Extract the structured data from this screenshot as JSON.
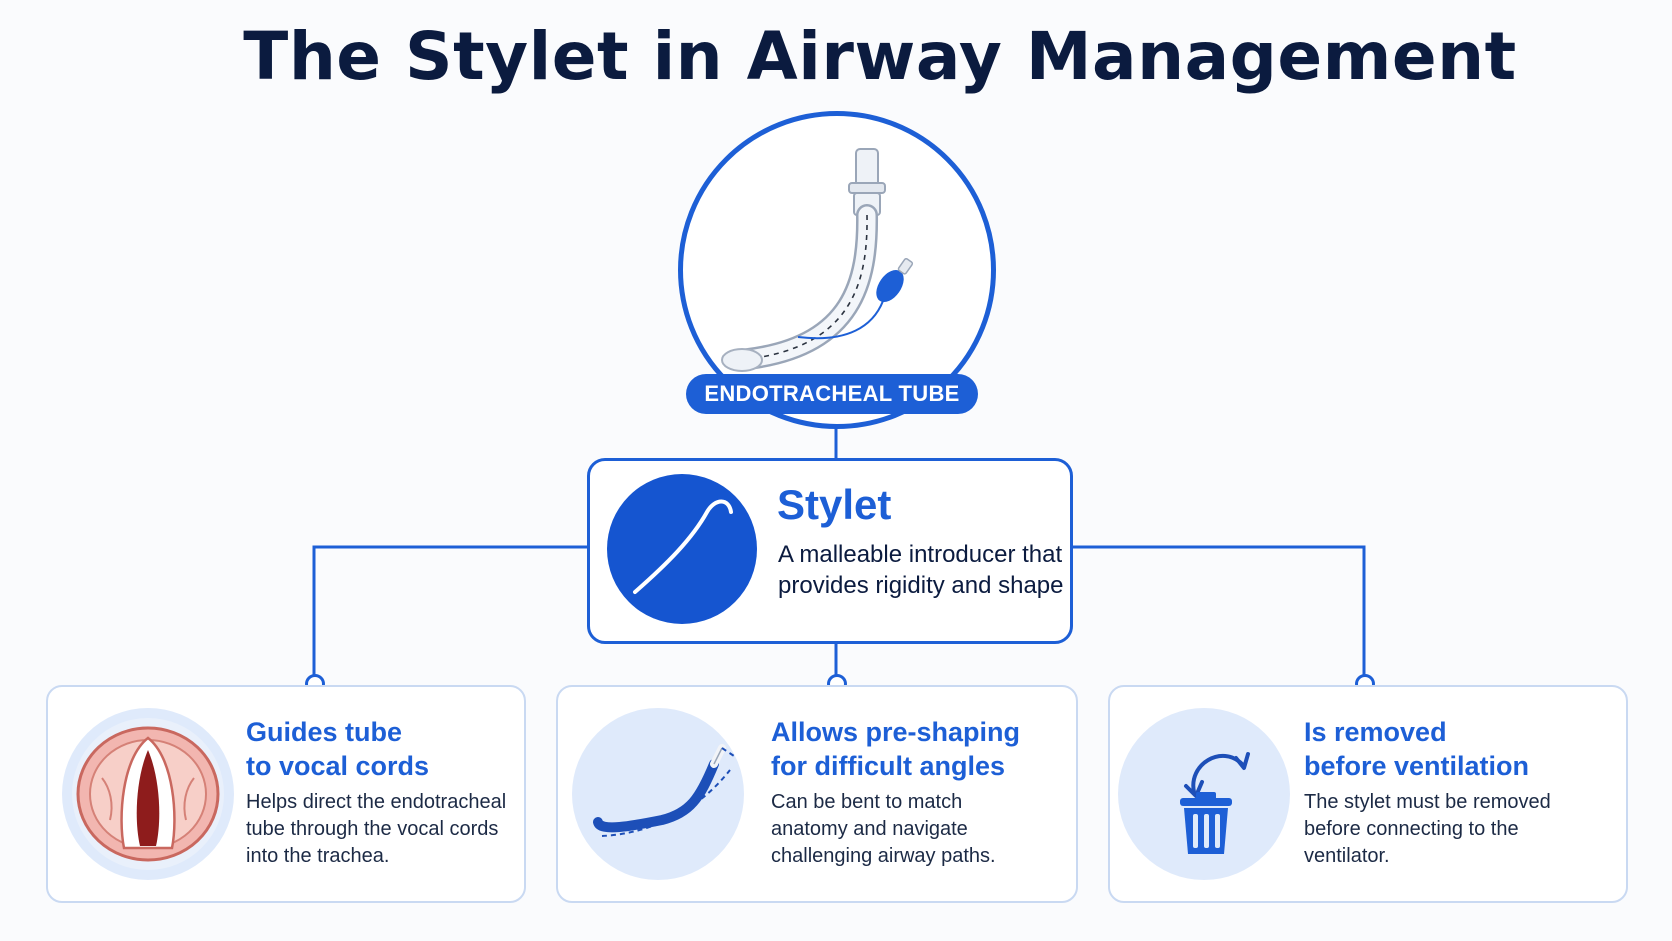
{
  "title": "The Stylet in Airway Management",
  "tube": {
    "label": "ENDOTRACHEAL TUBE",
    "icon": "endotracheal-tube-icon"
  },
  "stylet": {
    "title": "Stylet",
    "description": "A malleable introducer that provides rigidity and shape",
    "icon": "stylet-icon"
  },
  "cards": [
    {
      "title_line1": "Guides tube",
      "title_line2": "to vocal cords",
      "text_line1": "Helps direct the endotracheal",
      "text_line2": "tube through the vocal cords",
      "text_line3": "into the trachea.",
      "icon": "vocal-cords-icon"
    },
    {
      "title_line1": "Allows pre-shaping",
      "title_line2": "for difficult angles",
      "text_line1": "Can be bent to match",
      "text_line2": "anatomy and navigate",
      "text_line3": "challenging airway paths.",
      "icon": "bent-stylet-icon"
    },
    {
      "title_line1": "Is removed",
      "title_line2": "before ventilation",
      "text_line1": "The stylet must be removed",
      "text_line2": "before connecting to the",
      "text_line3": "ventilator.",
      "icon": "trash-can-icon"
    }
  ],
  "colors": {
    "primary": "#1d5fd6",
    "dark_text": "#0b1b3f",
    "card_border": "#c9d9f2",
    "icon_bg": "#dfeafb"
  }
}
